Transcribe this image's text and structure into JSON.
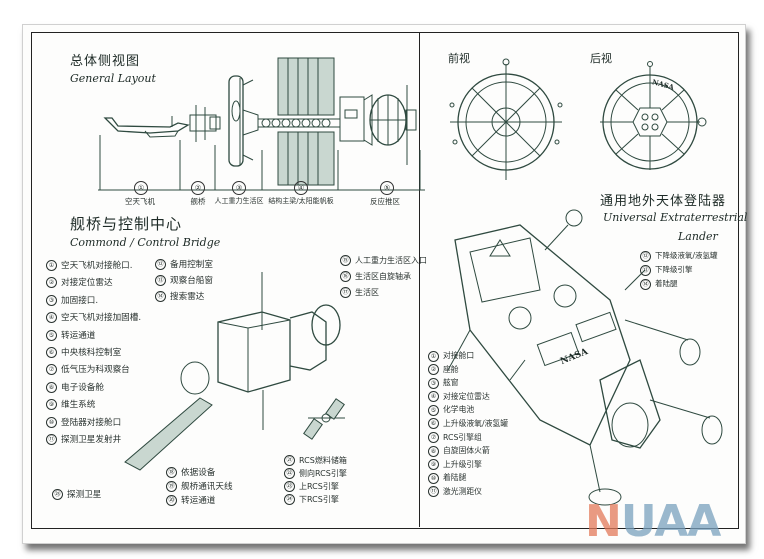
{
  "general_layout": {
    "title_cn": "总体侧视图",
    "title_en": "General Layout",
    "sections": [
      {
        "num": "①",
        "label": "空天飞机"
      },
      {
        "num": "②",
        "label": "舰桥"
      },
      {
        "num": "③",
        "label": "人工重力生活区"
      },
      {
        "num": "④",
        "label": "结构主梁/太阳能帆板"
      },
      {
        "num": "⑤",
        "label": "反应推区"
      }
    ]
  },
  "views": {
    "front_label": "前视",
    "rear_label": "后视",
    "rear_logo": "NASA"
  },
  "bridge": {
    "title_cn": "舰桥与控制中心",
    "title_en": "Commond / Control Bridge",
    "legend_left": [
      {
        "num": "①",
        "text": "空天飞机对接舱口."
      },
      {
        "num": "②",
        "text": "对接定位雷达"
      },
      {
        "num": "③",
        "text": "加固接口."
      },
      {
        "num": "④",
        "text": "空天飞机对接加固槽."
      },
      {
        "num": "⑤",
        "text": "转运通道"
      },
      {
        "num": "⑥",
        "text": "中央核科控制室"
      },
      {
        "num": "⑦",
        "text": "低气压为科观察台"
      },
      {
        "num": "⑧",
        "text": "电子设备舱"
      },
      {
        "num": "⑨",
        "text": "维生系统"
      },
      {
        "num": "⑩",
        "text": "登陆器对接舱口"
      },
      {
        "num": "⑪",
        "text": "探测卫星发射井"
      }
    ],
    "legend_mid": [
      {
        "num": "⑫",
        "text": "备用控制室"
      },
      {
        "num": "⑬",
        "text": "观察台船窗"
      },
      {
        "num": "⑭",
        "text": "搜索雷达"
      }
    ],
    "legend_right_top": [
      {
        "num": "⑮",
        "text": "人工重力生活区入口"
      },
      {
        "num": "⑯",
        "text": "生活区自旋轴承"
      },
      {
        "num": "⑰",
        "text": "生活区"
      }
    ],
    "legend_bottom_mid": [
      {
        "num": "⑱",
        "text": "依据设备"
      },
      {
        "num": "⑲",
        "text": "舰桥通讯天线"
      },
      {
        "num": "⑳",
        "text": "转运通道"
      }
    ],
    "legend_bottom_right": [
      {
        "num": "㉑",
        "text": "RCS燃料储箱"
      },
      {
        "num": "㉒",
        "text": "侧向RCS引擎"
      },
      {
        "num": "㉓",
        "text": "上RCS引擎"
      },
      {
        "num": "㉔",
        "text": "下RCS引擎"
      }
    ],
    "legend_bottom_left": [
      {
        "num": "㉕",
        "text": "探测卫星"
      }
    ]
  },
  "lander": {
    "title_cn": "通用地外天体登陆器",
    "title_en_1": "Universal Extraterrestrial",
    "title_en_2": "Lander",
    "logo": "NASA",
    "legend_top": [
      {
        "num": "⑫",
        "text": "下降级液氧/液氢罐"
      },
      {
        "num": "⑬",
        "text": "下降级引擎"
      },
      {
        "num": "⑭",
        "text": "着陆腿"
      }
    ],
    "legend_left": [
      {
        "num": "①",
        "text": "对接舱口"
      },
      {
        "num": "②",
        "text": "座舱"
      },
      {
        "num": "③",
        "text": "舷窗"
      },
      {
        "num": "④",
        "text": "对接定位雷达"
      },
      {
        "num": "⑤",
        "text": "化学电池"
      },
      {
        "num": "⑥",
        "text": "上升级液氧/液氢罐"
      },
      {
        "num": "⑦",
        "text": "RCS引擎组"
      },
      {
        "num": "⑧",
        "text": "自旋固体火箭"
      },
      {
        "num": "⑨",
        "text": "上升级引擎"
      },
      {
        "num": "⑩",
        "text": "着陆腿"
      },
      {
        "num": "⑪",
        "text": "激光测距仪"
      }
    ]
  },
  "watermark": {
    "first": "N",
    "rest": "UAA"
  }
}
